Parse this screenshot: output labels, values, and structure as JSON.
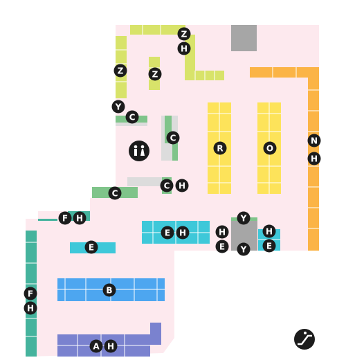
{
  "map": {
    "colors": {
      "floor": "#fde9ee",
      "yellow_green": "#d8e36a",
      "green": "#7fc48a",
      "teal": "#45b39d",
      "cyan": "#3ec8d9",
      "blue": "#4da6f0",
      "indigo": "#7a82cf",
      "yellow": "#fde35a",
      "orange": "#fbb446",
      "gray": "#a6a6a6",
      "light_gray": "#dcdcdc",
      "badge": "#1c1c1c",
      "badge_text": "#ffffff"
    },
    "badge_labels": {
      "z1": "Z",
      "h1": "H",
      "z2": "Z",
      "z3": "Z",
      "y1": "Y",
      "c1": "C",
      "c2": "C",
      "r": "R",
      "o": "O",
      "n": "N",
      "h2": "H",
      "c3": "C",
      "h3": "H",
      "c4": "C",
      "f1": "F",
      "h4": "H",
      "e1": "E",
      "h5": "H",
      "e2": "E",
      "h6": "H",
      "y2": "Y",
      "h7": "H",
      "e3": "E",
      "y3": "Y",
      "e4": "E",
      "b": "B",
      "f2": "F",
      "h8": "H",
      "a": "A",
      "h9": "H"
    },
    "icons": {
      "restroom": "restroom-icon",
      "escalator": "escalator-icon"
    }
  }
}
